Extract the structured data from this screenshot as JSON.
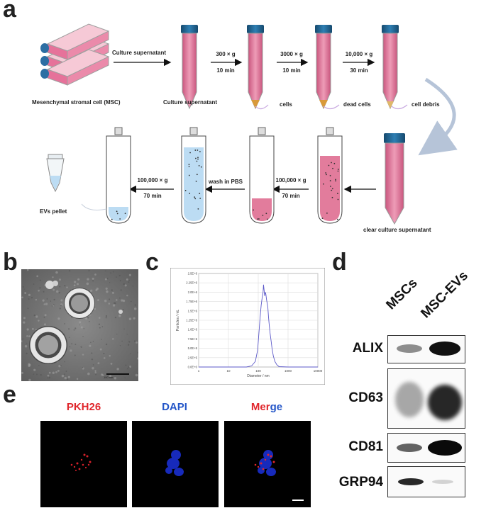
{
  "panels": {
    "a": "a",
    "b": "b",
    "c": "c",
    "d": "d",
    "e": "e"
  },
  "panel_a": {
    "msc_label": "Mesenchymal stromal cell (MSC)",
    "culture_arrow_label": "Culture supernatant",
    "culture_tube_label": "Culture supernatant",
    "step1": {
      "g": "300 × g",
      "t": "10 min",
      "pellet": "cells"
    },
    "step2": {
      "g": "3000 × g",
      "t": "10 min",
      "pellet": "dead cells"
    },
    "step3": {
      "g": "10,000 × g",
      "t": "30 min",
      "pellet": "cell debris"
    },
    "clear_label": "clear culture supernatant",
    "step4": {
      "g": "100,000 × g",
      "t": "70 min"
    },
    "wash_label": "wash in PBS",
    "step5": {
      "g": "100,000 × g",
      "t": "70 min"
    },
    "pellet_label": "EVs pellet"
  },
  "panel_b": {
    "scalebar_label": "100 nm"
  },
  "chart_data": {
    "type": "line",
    "title": "",
    "xlabel": "Diameter / nm",
    "ylabel": "Particles / mL",
    "x_scale": "log",
    "xlim": [
      1,
      10000
    ],
    "ylim": [
      0,
      2500000
    ],
    "x_ticks": [
      "1",
      "10",
      "100",
      "1000",
      "10000"
    ],
    "y_ticks": [
      "0.0E+0",
      "2.5E+5",
      "5.0E+5",
      "7.5E+5",
      "1.0E+6",
      "1.25E+6",
      "1.5E+6",
      "1.75E+6",
      "2.0E+6",
      "2.25E+6",
      "2.5E+6"
    ],
    "grid": true,
    "series": [
      {
        "color": "#5b58c8",
        "x": [
          1,
          40,
          60,
          80,
          95,
          105,
          115,
          125,
          135,
          145,
          150,
          158,
          165,
          172,
          180,
          190,
          200,
          210,
          220,
          235,
          250,
          270,
          290,
          320,
          360,
          420,
          500,
          1000,
          10000
        ],
        "y": [
          0,
          0,
          30000,
          150000,
          450000,
          900000,
          1300000,
          1650000,
          1850000,
          2000000,
          2200000,
          2050000,
          1900000,
          2000000,
          1950000,
          1800000,
          1700000,
          1600000,
          1350000,
          1100000,
          900000,
          700000,
          500000,
          300000,
          150000,
          60000,
          10000,
          0,
          0
        ]
      }
    ]
  },
  "panel_d": {
    "columns": [
      "MSCs",
      "MSC-EVs"
    ],
    "rows": [
      {
        "name": "ALIX",
        "msc": 0.5,
        "ev": 1.0
      },
      {
        "name": "CD63",
        "msc": 0.4,
        "ev": 0.9
      },
      {
        "name": "CD81",
        "msc": 0.6,
        "ev": 1.0
      },
      {
        "name": "GRP94",
        "msc": 0.9,
        "ev": 0.15
      }
    ]
  },
  "panel_e": {
    "channels": [
      {
        "label": "PKH26",
        "color": "#e0262c"
      },
      {
        "label": "DAPI",
        "color": "#2456c8"
      },
      {
        "label_red": "Mer",
        "label_blue": "ge"
      }
    ]
  },
  "colors": {
    "tube_pink": "#e07fa0",
    "cap_blue": "#1f5f8b",
    "pbs_blue": "#bcdcf3",
    "arrow_grey": "#b6c4d8"
  }
}
